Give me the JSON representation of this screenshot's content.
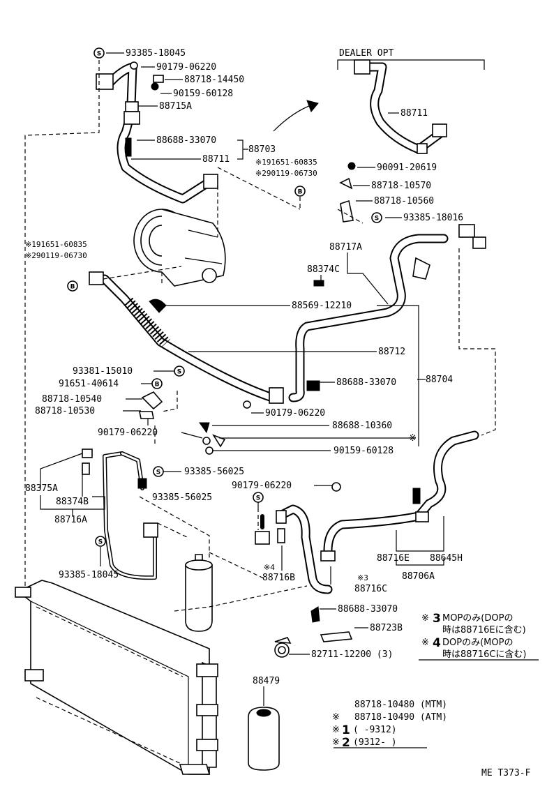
{
  "diagram": {
    "header": "DEALER OPT",
    "footer_code": "ME T373-F",
    "symbols": {
      "s": "S",
      "b": "B",
      "note": "※",
      "n1": "1",
      "n2": "2",
      "n3": "3",
      "n4": "4"
    },
    "labels": {
      "p93385_18045_top": "93385-18045",
      "p90179_06220_top": "90179-06220",
      "p88718_14450": "88718-14450",
      "p90159_60128_top": "90159-60128",
      "p88715A": "88715A",
      "p88688_33070_top": "88688-33070",
      "p88711_left": "88711",
      "p88703": "88703",
      "n191651_60835_a": "※191651-60835",
      "n290119_06730_a": "※290119-06730",
      "p88711_right": "88711",
      "p90091_20619": "90091-20619",
      "p88718_10570": "88718-10570",
      "p88718_10560": "88718-10560",
      "p93385_18016": "93385-18016",
      "n191651_60835_b": "※191651-60835",
      "n290119_06730_b": "※290119-06730",
      "p88717A": "88717A",
      "p88374C": "88374C",
      "p88569_12210": "88569-12210",
      "p88712": "88712",
      "p93381_15010": "93381-15010",
      "p91651_40614": "91651-40614",
      "p88718_10540": "88718-10540",
      "p88718_10530": "88718-10530",
      "p88688_33070_mid": "88688-33070",
      "p88704": "88704",
      "p90179_06220_mid": "90179-06220",
      "p90179_06220_left": "90179-06220",
      "p88688_10360": "88688-10360",
      "p90159_60128_mid": "90159-60128",
      "p93385_56025_a": "93385-56025",
      "p88375A": "88375A",
      "p88374B": "88374B",
      "p88716A": "88716A",
      "p90179_06220_low": "90179-06220",
      "p93385_56025_b": "93385-56025",
      "p93385_18045_low": "93385-18045",
      "n4_88716B": "※4",
      "p88716B": "88716B",
      "n3_88716C": "※3",
      "p88716C": "88716C",
      "p88716E": "88716E",
      "p88645H": "88645H",
      "p88706A": "88706A",
      "p88688_33070_low": "88688-33070",
      "p88723B": "88723B",
      "p82711_12200": "82711-12200 (3)",
      "p88479": "88479",
      "p88718_10480": "88718-10480 (MTM)",
      "p88718_10490": "88718-10490 (ATM)",
      "range1": "(     -9312)",
      "range2": "(9312-      )"
    },
    "notes": {
      "note3_line1": "MOPのみ(DOPの",
      "note3_line2": "時は88716Eに含む)",
      "note4_line1": "DOPのみ(MOPの",
      "note4_line2": "時は88716Cに含む)"
    }
  }
}
